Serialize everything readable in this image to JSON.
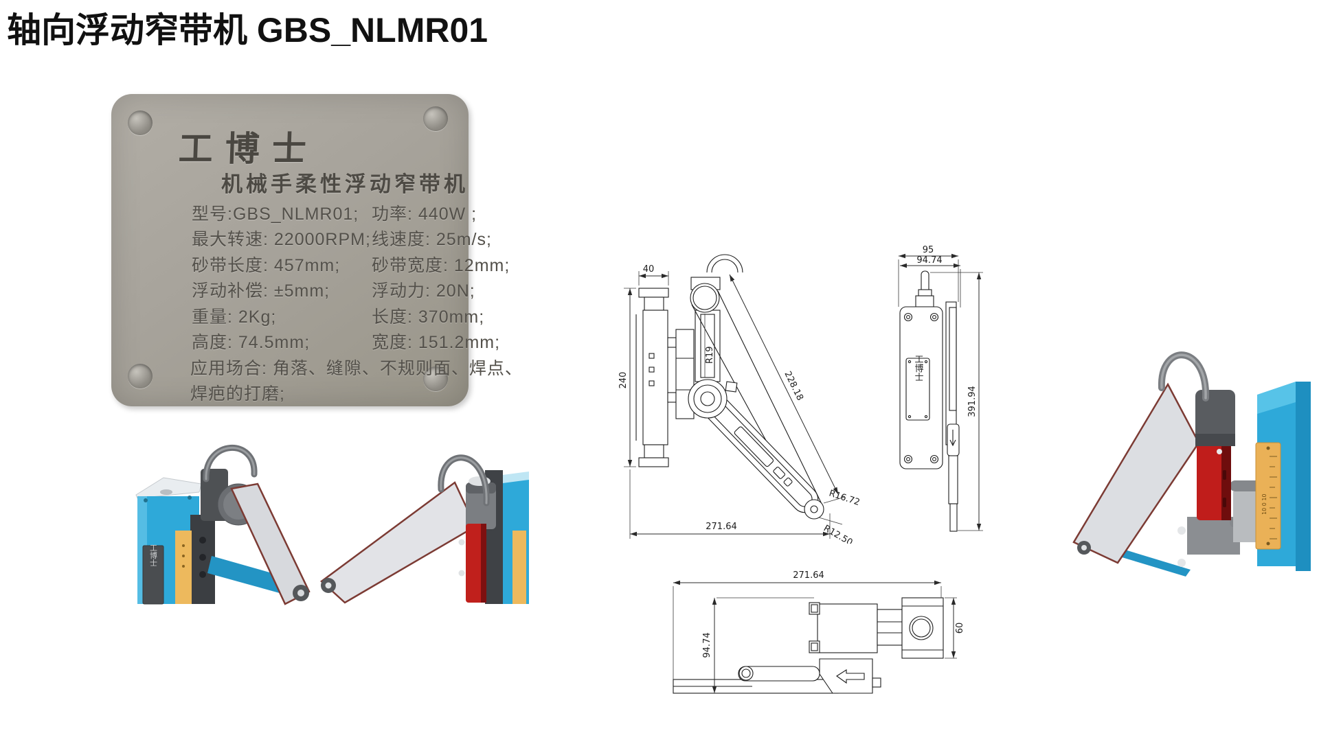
{
  "page": {
    "title": "轴向浮动窄带机 GBS_NLMR01"
  },
  "nameplate": {
    "brand": "工博士",
    "subtitle": "机械手柔性浮动窄带机",
    "rows": [
      {
        "left": "型号:GBS_NLMR01;",
        "right": "功率: 440W ;"
      },
      {
        "left": "最大转速: 22000RPM;",
        "right": "线速度: 25m/s;"
      },
      {
        "left": "砂带长度: 457mm;",
        "right": "砂带宽度: 12mm;"
      },
      {
        "left": "浮动补偿: ±5mm;",
        "right": "浮动力: 20N;"
      },
      {
        "left": "重量: 2Kg;",
        "right": "长度: 370mm;"
      },
      {
        "left": "高度: 74.5mm;",
        "right": "宽度: 151.2mm;"
      }
    ],
    "application_line1": "应用场合: 角落、缝隙、不规则面、焊点、",
    "application_line2": "焊疤的打磨;"
  },
  "drawings": {
    "front": {
      "dim_width_top": "40",
      "dim_height": "240",
      "dim_r19": "R19",
      "dim_belt": "228.18",
      "dim_r_outer": "R16.72",
      "dim_r_inner": "R12.50",
      "dim_width_bottom": "271.64"
    },
    "side": {
      "dim_width_outer": "95",
      "dim_width_inner": "94.74",
      "dim_height": "391.94",
      "plate_text": "工博士"
    },
    "top": {
      "dim_length": "271.64",
      "dim_depth": "94.74",
      "dim_height": "60"
    }
  },
  "renders": {
    "left_plate_text": "工博士",
    "scale_ticks": "10 0 10"
  },
  "colors": {
    "machine_blue": "#2ea9d9",
    "cylinder_red": "#c01d1b",
    "scale_orange": "#eab157",
    "hook_gray": "#7b7e82",
    "belt_edge_maroon": "#7c3b34",
    "plate_gray": "#a7a39b",
    "line_black": "#1d1d1d"
  }
}
